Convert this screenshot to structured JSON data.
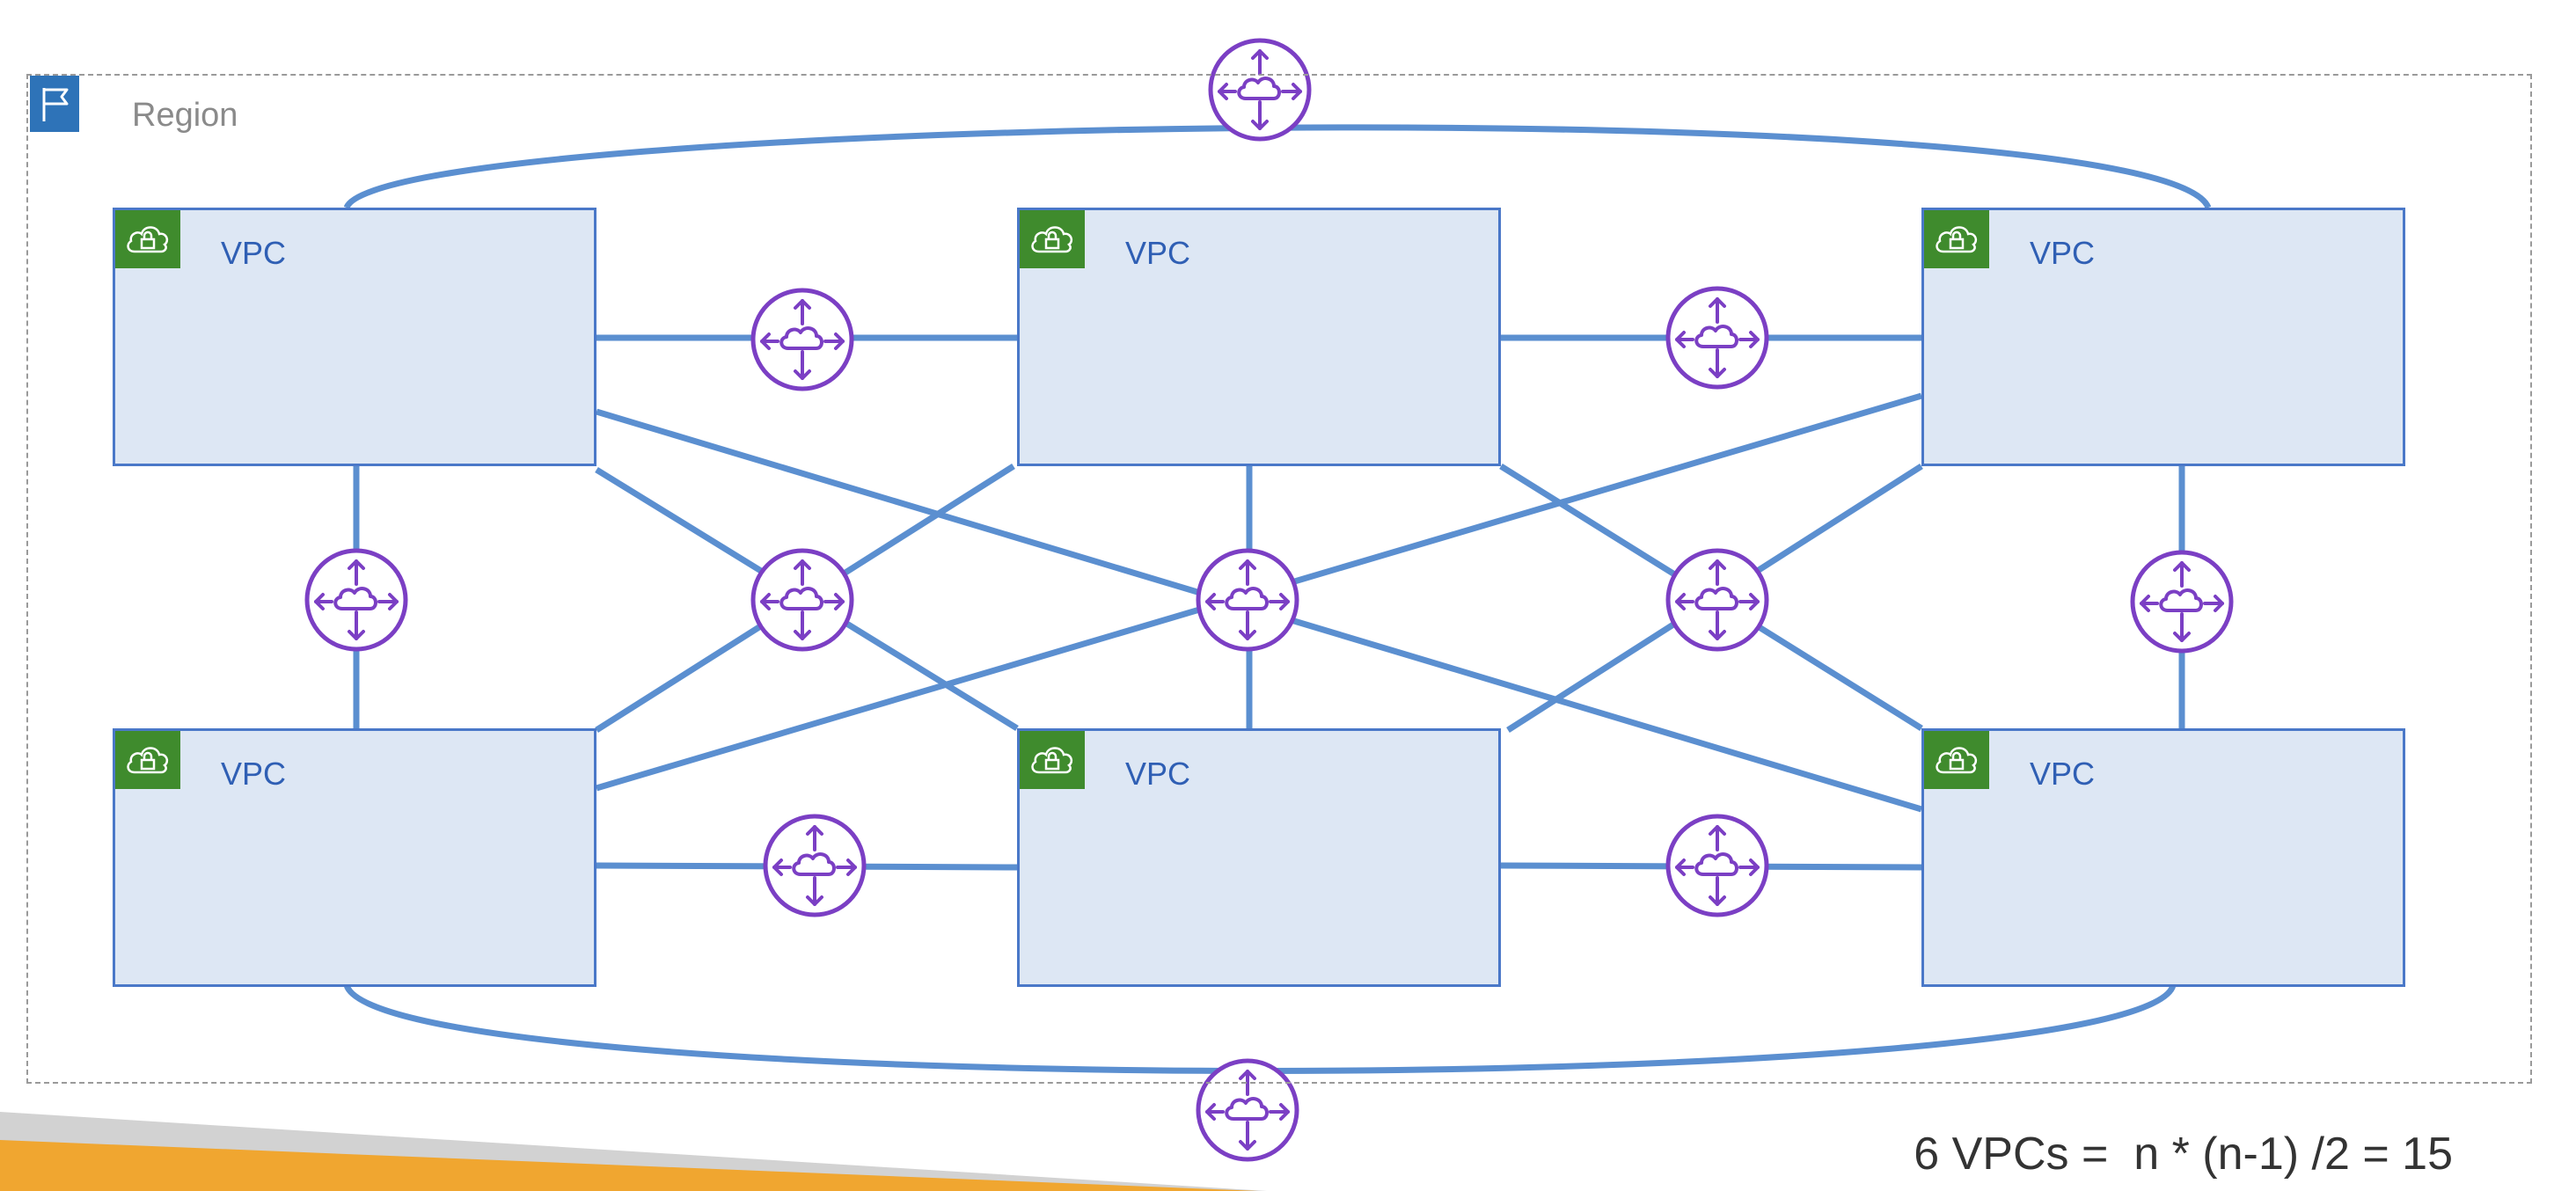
{
  "region": {
    "label": "Region"
  },
  "vpcs": [
    {
      "id": "vpc-1",
      "label": "VPC"
    },
    {
      "id": "vpc-2",
      "label": "VPC"
    },
    {
      "id": "vpc-3",
      "label": "VPC"
    },
    {
      "id": "vpc-4",
      "label": "VPC"
    },
    {
      "id": "vpc-5",
      "label": "VPC"
    },
    {
      "id": "vpc-6",
      "label": "VPC"
    }
  ],
  "peering_connections": [
    {
      "from": "vpc-1",
      "to": "vpc-2"
    },
    {
      "from": "vpc-2",
      "to": "vpc-3"
    },
    {
      "from": "vpc-1",
      "to": "vpc-3"
    },
    {
      "from": "vpc-1",
      "to": "vpc-4"
    },
    {
      "from": "vpc-1",
      "to": "vpc-5"
    },
    {
      "from": "vpc-1",
      "to": "vpc-6"
    },
    {
      "from": "vpc-2",
      "to": "vpc-4"
    },
    {
      "from": "vpc-2",
      "to": "vpc-5"
    },
    {
      "from": "vpc-2",
      "to": "vpc-6"
    },
    {
      "from": "vpc-3",
      "to": "vpc-4"
    },
    {
      "from": "vpc-3",
      "to": "vpc-5"
    },
    {
      "from": "vpc-3",
      "to": "vpc-6"
    },
    {
      "from": "vpc-4",
      "to": "vpc-5"
    },
    {
      "from": "vpc-5",
      "to": "vpc-6"
    },
    {
      "from": "vpc-4",
      "to": "vpc-6"
    }
  ],
  "formula": "6 VPCs =  n * (n-1) /2 = 15",
  "icons": {
    "region": "region-flag-icon",
    "vpc": "vpc-lock-cloud-icon",
    "peering": "peering-connection-icon"
  },
  "colors": {
    "line": "#5b8fd0",
    "vpc_fill": "#dde7f4",
    "vpc_border": "#4a78c8",
    "vpc_badge": "#3f8b2d",
    "peering_icon": "#7b3fc4",
    "region_flag": "#2e73b8",
    "accent_orange": "#f0a630",
    "accent_gray": "#d2d2d2"
  }
}
